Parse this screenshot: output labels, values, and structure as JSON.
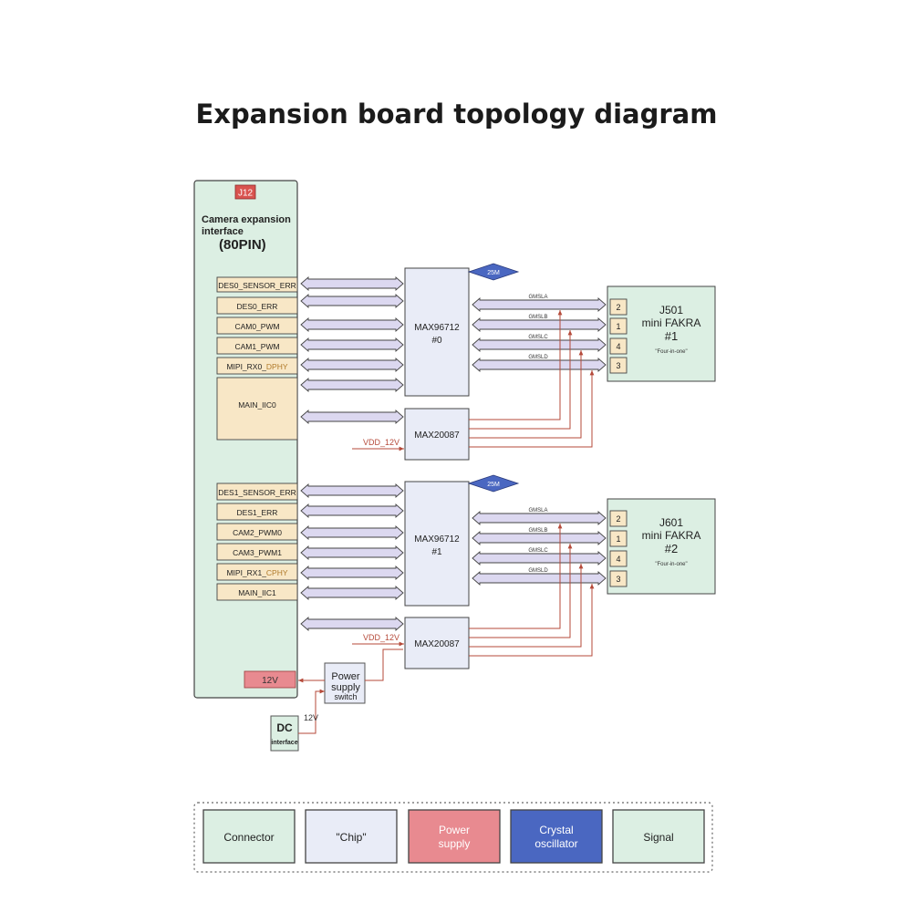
{
  "title": "Expansion board topology diagram",
  "connector": {
    "badge": "J12",
    "name_line1": "Camera expansion",
    "name_line2": "interface",
    "pins": "(80PIN)",
    "power_label": "12V"
  },
  "group0": {
    "signals": [
      {
        "text": "DES0_SENSOR_ERR",
        "accent": ""
      },
      {
        "text": "DES0_ERR",
        "accent": ""
      },
      {
        "text": "CAM0_PWM",
        "accent": ""
      },
      {
        "text": "CAM1_PWM",
        "accent": ""
      },
      {
        "text": "MIPI_RX0_",
        "accent": "DPHY"
      },
      {
        "text": "MAIN_IIC0",
        "accent": ""
      }
    ],
    "deser_line1": "MAX96712",
    "deser_line2": "#0",
    "crystal": "25M",
    "pmic": "MAX20087",
    "vdd": "VDD_12V",
    "links": [
      "GMSLA",
      "GMSLB",
      "GMSLC",
      "GMSLD"
    ],
    "fakra": {
      "name": "J501",
      "line2": "mini FAKRA",
      "line3": "#1",
      "note": "\"Four-in-one\"",
      "pins": [
        "2",
        "1",
        "4",
        "3"
      ]
    }
  },
  "group1": {
    "signals": [
      {
        "text": "DES1_SENSOR_ERR",
        "accent": ""
      },
      {
        "text": "DES1_ERR",
        "accent": ""
      },
      {
        "text": "CAM2_PWM0",
        "accent": ""
      },
      {
        "text": "CAM3_PWM1",
        "accent": ""
      },
      {
        "text": "MIPI_RX1_",
        "accent": "CPHY"
      },
      {
        "text": "MAIN_IIC1",
        "accent": ""
      }
    ],
    "deser_line1": "MAX96712",
    "deser_line2": "#1",
    "crystal": "25M",
    "pmic": "MAX20087",
    "vdd": "VDD_12V",
    "links": [
      "GMSLA",
      "GMSLB",
      "GMSLC",
      "GMSLD"
    ],
    "fakra": {
      "name": "J601",
      "line2": "mini FAKRA",
      "line3": "#2",
      "note": "\"Four-in-one\"",
      "pins": [
        "2",
        "1",
        "4",
        "3"
      ]
    }
  },
  "power_switch": {
    "line1": "Power",
    "line2": "supply",
    "line3": "switch"
  },
  "dc": {
    "line1": "DC",
    "line2": "interface",
    "voltage": "12V"
  },
  "legend": [
    {
      "label_line1": "Connector",
      "label_line2": "",
      "fill": "#dcefe3",
      "text_color": "#222222"
    },
    {
      "label_line1": "\"Chip\"",
      "label_line2": "",
      "fill": "#e9ecf7",
      "text_color": "#222222"
    },
    {
      "label_line1": "Power",
      "label_line2": "supply",
      "fill": "#e88a90",
      "text_color": "#ffffff"
    },
    {
      "label_line1": "Crystal",
      "label_line2": "oscillator",
      "fill": "#4a67c1",
      "text_color": "#ffffff"
    },
    {
      "label_line1": "Signal",
      "label_line2": "",
      "fill": "#dcefe3",
      "text_color": "#222222"
    }
  ],
  "colors": {
    "connector_fill": "#dcefe3",
    "chip_fill": "#e9ecf7",
    "signal_fill": "#f8e7c6",
    "power_fill": "#e88a90",
    "crystal_fill": "#4a67c1",
    "bus_fill": "#dcd8f0",
    "power_line": "#b54a3a"
  }
}
